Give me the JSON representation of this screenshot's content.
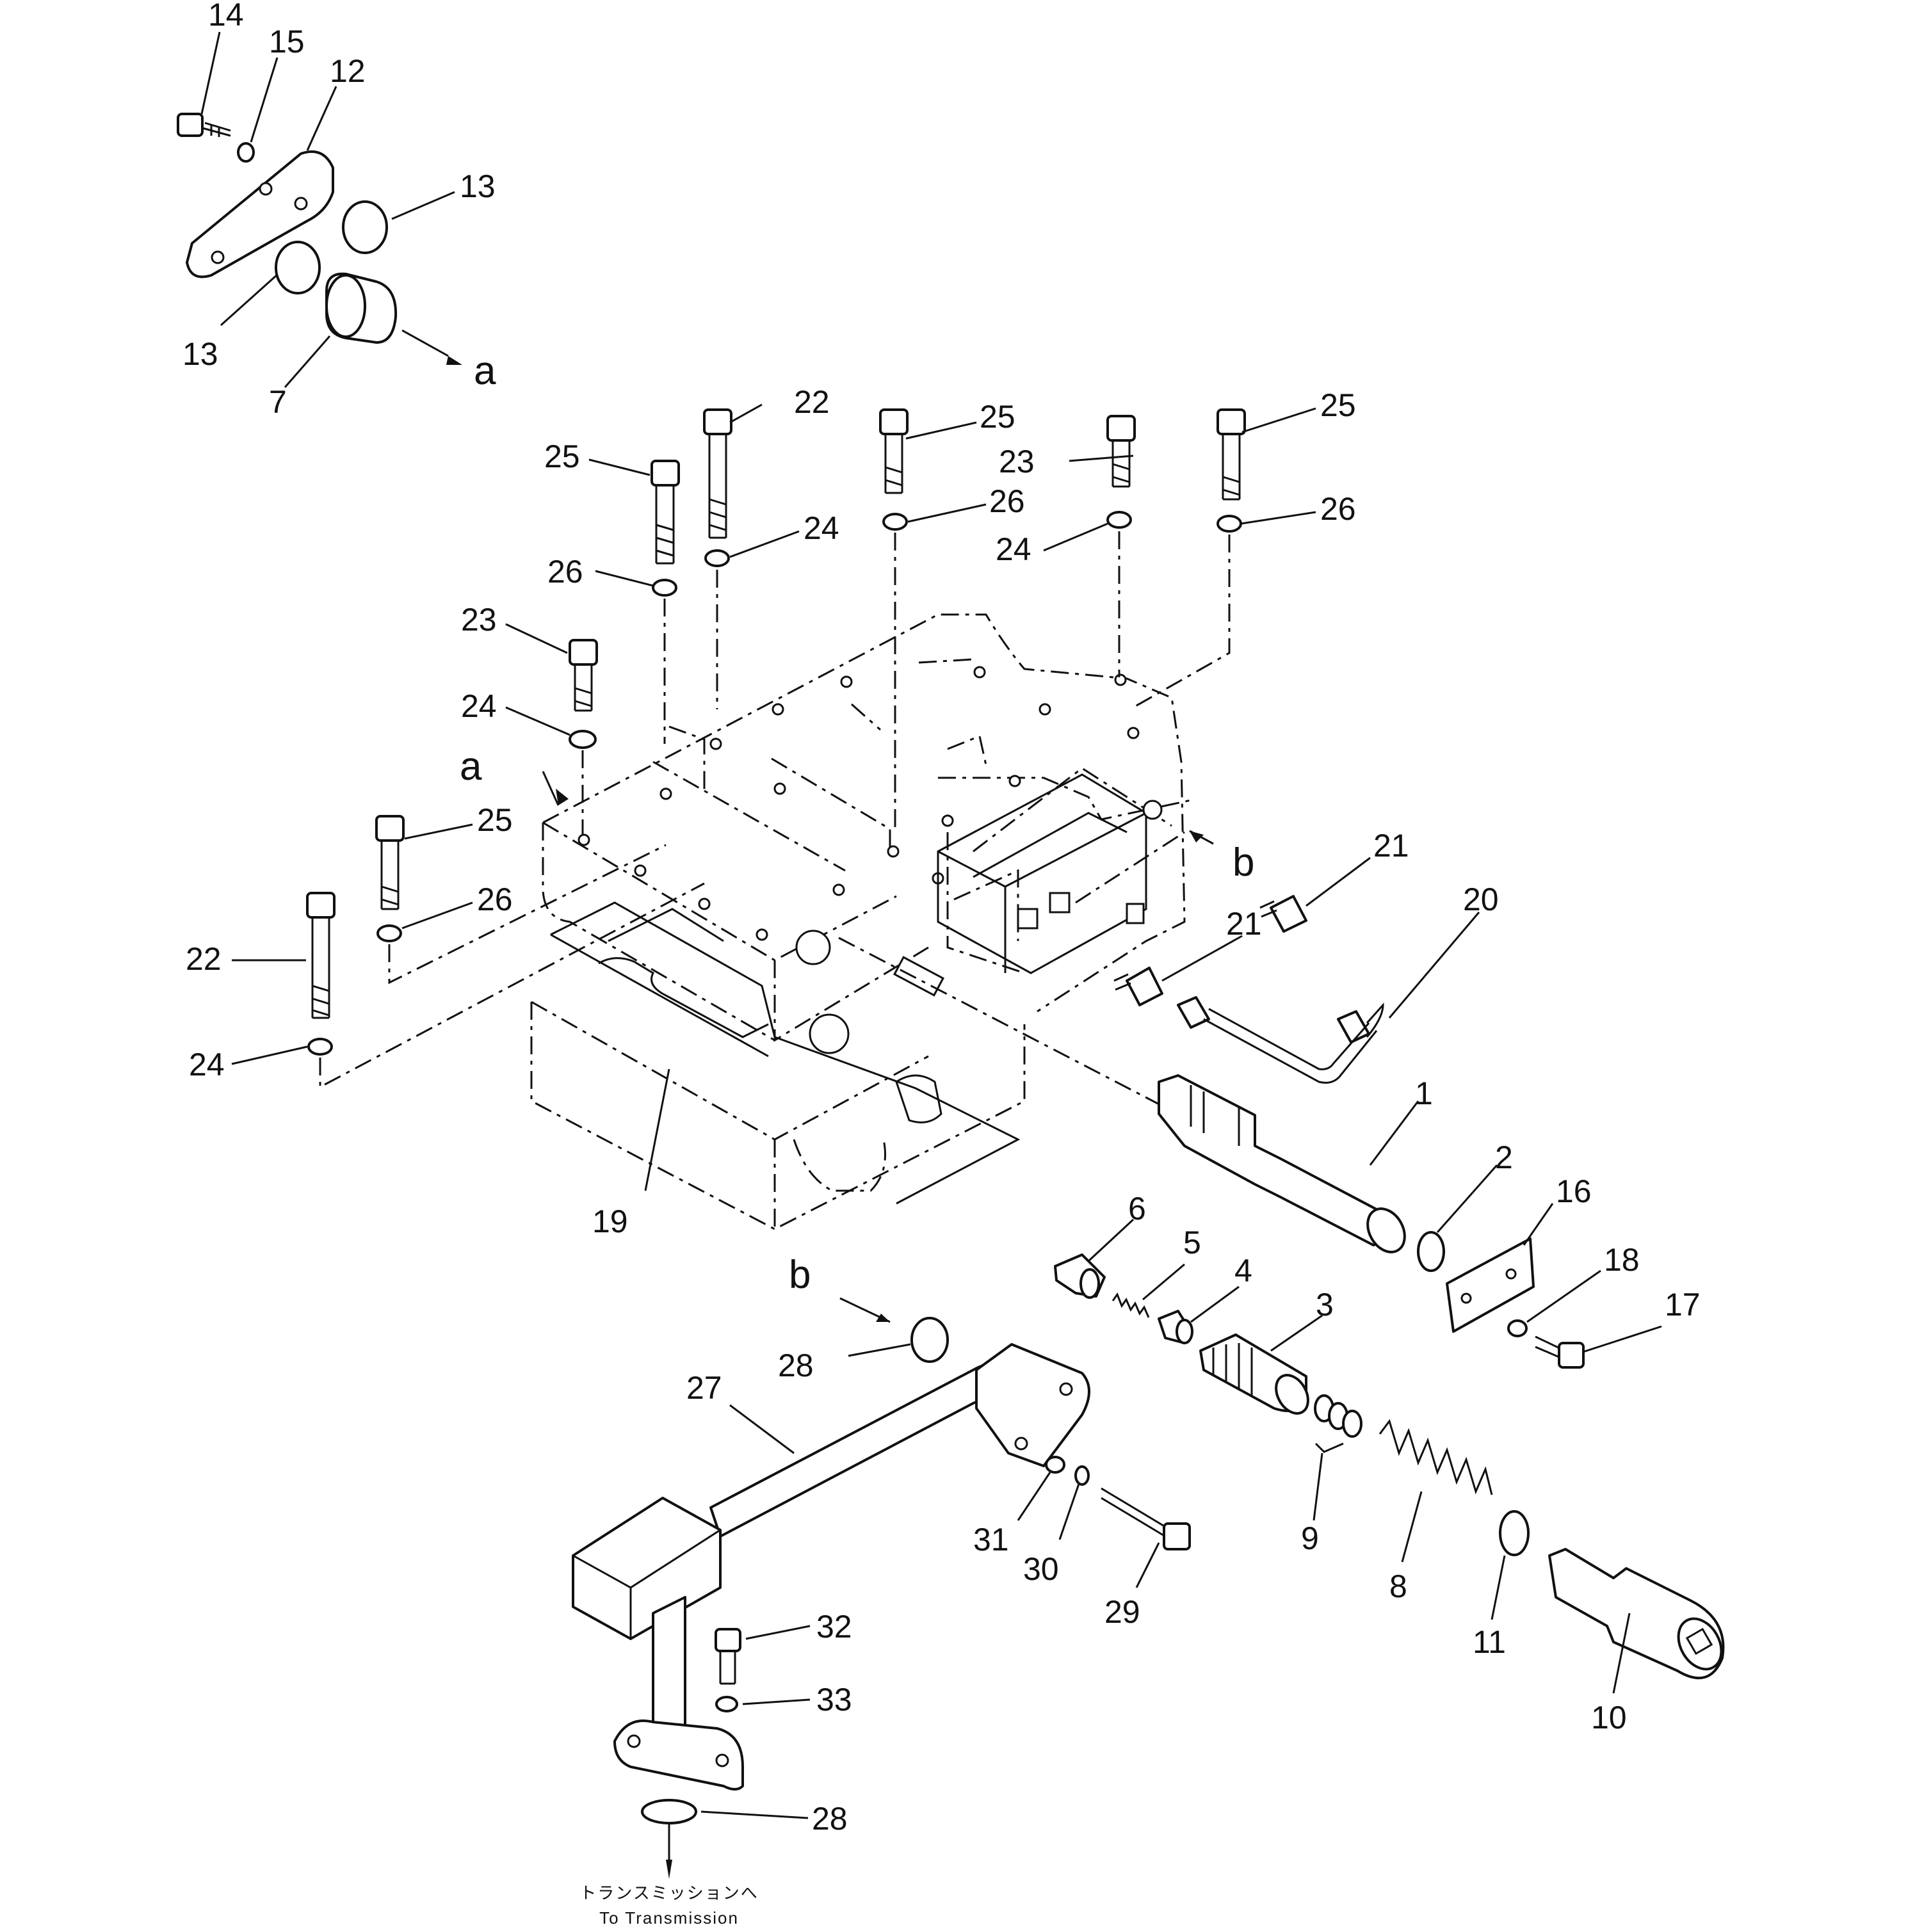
{
  "callouts": {
    "n1": "1",
    "n2": "2",
    "n3": "3",
    "n4": "4",
    "n5": "5",
    "n6": "6",
    "n7": "7",
    "n8": "8",
    "n9": "9",
    "n10": "10",
    "n11": "11",
    "n12": "12",
    "n13a": "13",
    "n13b": "13",
    "n14": "14",
    "n15": "15",
    "n16": "16",
    "n17": "17",
    "n18": "18",
    "n19": "19",
    "n20": "20",
    "n21a": "21",
    "n21b": "21",
    "n22a": "22",
    "n22b": "22",
    "n23a": "23",
    "n23b": "23",
    "n24a": "24",
    "n24b": "24",
    "n24c": "24",
    "n24d": "24",
    "n25a": "25",
    "n25b": "25",
    "n25c": "25",
    "n25d": "25",
    "n26a": "26",
    "n26b": "26",
    "n26c": "26",
    "n26d": "26",
    "n27": "27",
    "n28a": "28",
    "n28b": "28",
    "n29": "29",
    "n30": "30",
    "n31": "31",
    "n32": "32",
    "n33": "33"
  },
  "refs": {
    "a_top": "a",
    "a_mid": "a",
    "b_right": "b",
    "b_lower": "b"
  },
  "destination": {
    "jp": "トランスミッションへ",
    "en": "To Transmission"
  }
}
